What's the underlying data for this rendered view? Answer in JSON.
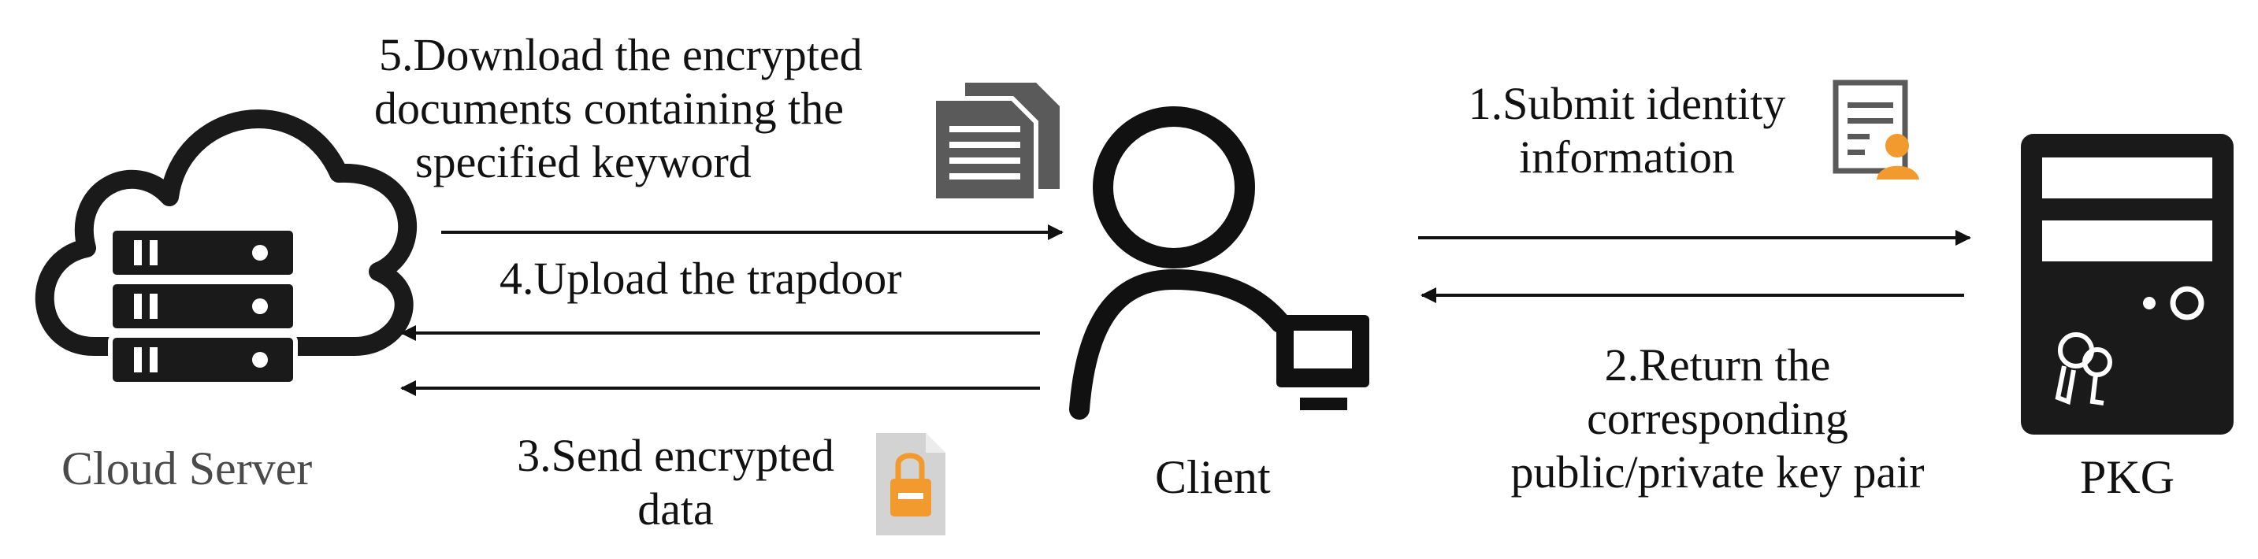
{
  "actors": {
    "cloud_server": "Cloud Server",
    "client": "Client",
    "pkg": "PKG"
  },
  "steps": {
    "s1": [
      "1.Submit identity",
      "information"
    ],
    "s2": [
      "2.Return the",
      "corresponding",
      "public/private key pair"
    ],
    "s3": [
      "3.Send encrypted",
      "data"
    ],
    "s4": [
      "4.Upload the trapdoor"
    ],
    "s5": [
      "5.Download the encrypted",
      "documents containing the",
      "specified keyword"
    ]
  },
  "icons": {
    "cloud_server": "cloud-server-icon",
    "client": "user-icon",
    "monitor": "monitor-icon",
    "pkg": "pkg-server-icon",
    "keys": "keys-icon",
    "documents": "documents-icon",
    "identity_card": "identity-card-icon",
    "encrypted_file": "encrypted-file-icon"
  },
  "colors": {
    "ink": "#111111",
    "icon_dark": "#1a1a1a",
    "icon_gray": "#5a5a5a",
    "accent_orange": "#f29a2e"
  }
}
